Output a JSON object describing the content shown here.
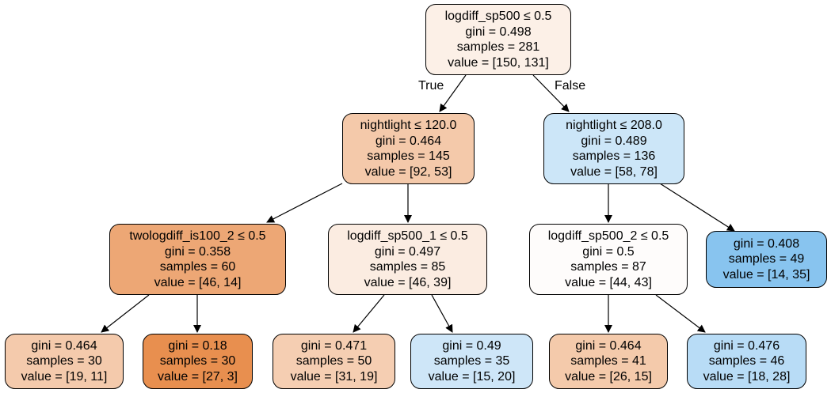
{
  "edge_labels": {
    "true_label": "True",
    "false_label": "False"
  },
  "nodes": [
    {
      "id": "n0",
      "lines": [
        "logdiff_sp500 ≤ 0.5",
        "gini = 0.498",
        "samples = 281",
        "value = [150, 131]"
      ],
      "fill": "#fcf0e7"
    },
    {
      "id": "n1",
      "lines": [
        "nightlight ≤ 120.0",
        "gini = 0.464",
        "samples = 145",
        "value = [92, 53]"
      ],
      "fill": "#f4c9aa"
    },
    {
      "id": "n2",
      "lines": [
        "nightlight ≤ 208.0",
        "gini = 0.489",
        "samples = 136",
        "value = [58, 78]"
      ],
      "fill": "#cce6f8"
    },
    {
      "id": "n3",
      "lines": [
        "twologdiff_is100_2 ≤ 0.5",
        "gini = 0.358",
        "samples = 60",
        "value = [46, 14]"
      ],
      "fill": "#eda775"
    },
    {
      "id": "n4",
      "lines": [
        "logdiff_sp500_1 ≤ 0.5",
        "gini = 0.497",
        "samples = 85",
        "value = [46, 39]"
      ],
      "fill": "#fbece1"
    },
    {
      "id": "n5",
      "lines": [
        "logdiff_sp500_2 ≤ 0.5",
        "gini = 0.5",
        "samples = 87",
        "value = [44, 43]"
      ],
      "fill": "#fefcfb"
    },
    {
      "id": "n6",
      "lines": [
        "gini = 0.408",
        "samples = 49",
        "value = [14, 35]"
      ],
      "fill": "#88c4ef"
    },
    {
      "id": "n7",
      "lines": [
        "gini = 0.464",
        "samples = 30",
        "value = [19, 11]"
      ],
      "fill": "#f4caac"
    },
    {
      "id": "n8",
      "lines": [
        "gini = 0.18",
        "samples = 30",
        "value = [27, 3]"
      ],
      "fill": "#e88f4f"
    },
    {
      "id": "n9",
      "lines": [
        "gini = 0.471",
        "samples = 50",
        "value = [31, 19]"
      ],
      "fill": "#f5ceb2"
    },
    {
      "id": "n10",
      "lines": [
        "gini = 0.49",
        "samples = 35",
        "value = [15, 20]"
      ],
      "fill": "#cee6f8"
    },
    {
      "id": "n11",
      "lines": [
        "gini = 0.464",
        "samples = 41",
        "value = [26, 15]"
      ],
      "fill": "#f4caab"
    },
    {
      "id": "n12",
      "lines": [
        "gini = 0.476",
        "samples = 46",
        "value = [18, 28]"
      ],
      "fill": "#b8dcf6"
    }
  ],
  "edges": [
    {
      "from": "n0",
      "to": "n1"
    },
    {
      "from": "n0",
      "to": "n2"
    },
    {
      "from": "n1",
      "to": "n3"
    },
    {
      "from": "n1",
      "to": "n4"
    },
    {
      "from": "n2",
      "to": "n5"
    },
    {
      "from": "n2",
      "to": "n6"
    },
    {
      "from": "n3",
      "to": "n7"
    },
    {
      "from": "n3",
      "to": "n8"
    },
    {
      "from": "n4",
      "to": "n9"
    },
    {
      "from": "n4",
      "to": "n10"
    },
    {
      "from": "n5",
      "to": "n11"
    },
    {
      "from": "n5",
      "to": "n12"
    }
  ]
}
